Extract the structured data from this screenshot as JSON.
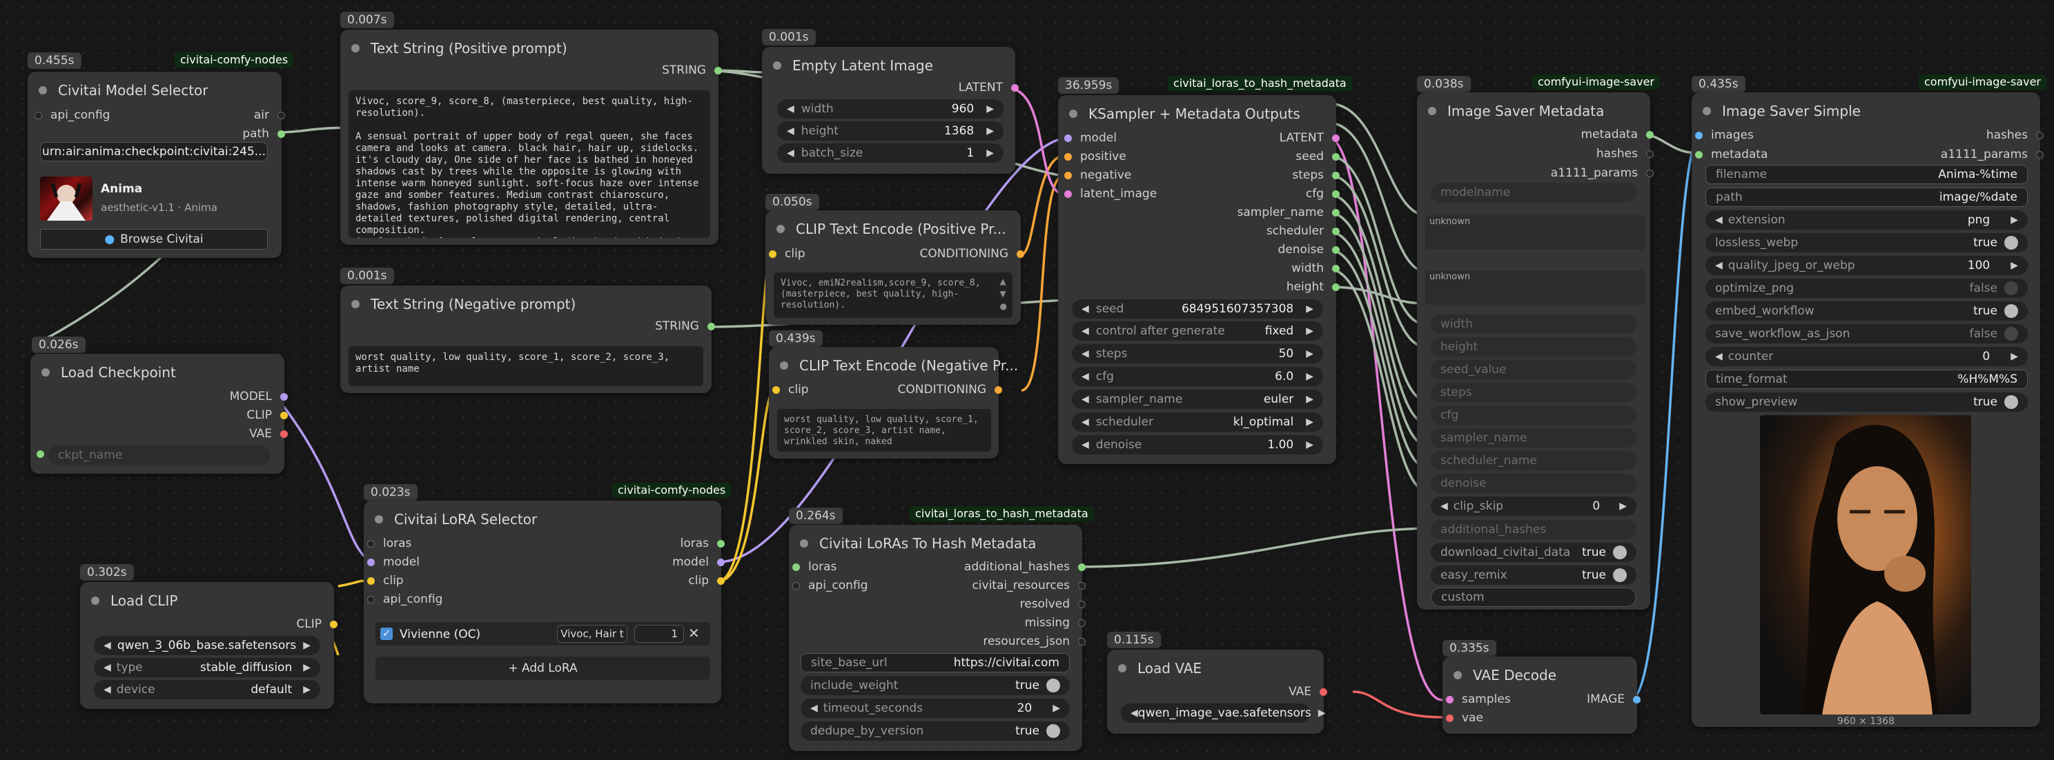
{
  "nodes": {
    "civitai_model": {
      "time": "0.455s",
      "tag": "civitai-comfy-nodes",
      "title": "Civitai Model Selector",
      "in_api": "api_config",
      "out_air": "air",
      "out_path": "path",
      "urn": "urn:air:anima:checkpoint:civitai:245...",
      "model_name": "Anima",
      "model_version": "aesthetic-v1.1 · Anima",
      "browse": "Browse Civitai"
    },
    "pos_prompt": {
      "time": "0.007s",
      "title": "Text String (Positive prompt)",
      "out": "STRING",
      "text": "Vivoc, score_9, score_8, (masterpiece, best quality, high-resolution).\n\nA sensual portrait of upper body of regal queen, she faces camera and looks at camera. black hair, hair up, sidelocks.\nit's cloudy day, One side of her face is bathed in honeyed shadows cast by trees while the opposite is glowing with intense warm honeyed sunlight. soft-focus haze over intense gaze and somber features. Medium contrast chiaroscuro, shadows, fashion photography style, detailed, ultra-detailed textures, polished digital rendering, central composition.\njewelry, body from cleavage up including head and hair in frame, a fist under her jaw supports her head,"
    },
    "neg_prompt": {
      "time": "0.001s",
      "title": "Text String (Negative prompt)",
      "out": "STRING",
      "text": "worst quality, low quality, score_1, score_2, score_3, artist name"
    },
    "latent": {
      "time": "0.001s",
      "title": "Empty Latent Image",
      "out": "LATENT",
      "width_l": "width",
      "width_v": "960",
      "height_l": "height",
      "height_v": "1368",
      "batch_l": "batch_size",
      "batch_v": "1"
    },
    "clip_pos": {
      "time": "0.050s",
      "title": "CLIP Text Encode (Positive Pr...",
      "in": "clip",
      "out": "CONDITIONING",
      "text": "Vivoc, emiN2realism,score_9, score_8, (masterpiece, best quality, high-resolution)."
    },
    "clip_neg": {
      "time": "0.439s",
      "title": "CLIP Text Encode (Negative Pr...",
      "in": "clip",
      "out": "CONDITIONING",
      "text": "worst quality, low quality, score_1, score_2, score_3, artist name, wrinkled skin, naked"
    },
    "ksampler": {
      "time": "36.959s",
      "tag": "civitai_loras_to_hash_metadata",
      "title": "KSampler + Metadata Outputs",
      "inputs": [
        "model",
        "positive",
        "negative",
        "latent_image"
      ],
      "outputs": [
        "LATENT",
        "seed",
        "steps",
        "cfg",
        "sampler_name",
        "scheduler",
        "denoise",
        "width",
        "height"
      ],
      "widgets": [
        {
          "l": "seed",
          "v": "684951607357308"
        },
        {
          "l": "control after generate",
          "v": "fixed"
        },
        {
          "l": "steps",
          "v": "50"
        },
        {
          "l": "cfg",
          "v": "6.0"
        },
        {
          "l": "sampler_name",
          "v": "euler"
        },
        {
          "l": "scheduler",
          "v": "kl_optimal"
        },
        {
          "l": "denoise",
          "v": "1.00"
        }
      ]
    },
    "saver_meta": {
      "time": "0.038s",
      "tag": "comfyui-image-saver",
      "title": "Image Saver Metadata",
      "outputs": [
        "metadata",
        "hashes",
        "a1111_params"
      ],
      "modelname": "modelname",
      "unknown1": "unknown",
      "unknown2": "unknown",
      "inputs": [
        "width",
        "height",
        "seed_value",
        "steps",
        "cfg",
        "sampler_name",
        "scheduler_name",
        "denoise"
      ],
      "clip_skip_l": "clip_skip",
      "clip_skip_v": "0",
      "add_hashes": "additional_hashes",
      "dl_l": "download_civitai_data",
      "dl_v": "true",
      "er_l": "easy_remix",
      "er_v": "true",
      "custom": "custom"
    },
    "saver_simple": {
      "time": "0.435s",
      "tag": "comfyui-image-saver",
      "title": "Image Saver Simple",
      "in_images": "images",
      "in_metadata": "metadata",
      "out_hashes": "hashes",
      "out_a1111": "a1111_params",
      "widgets": [
        {
          "l": "filename",
          "v": "Anima-%time"
        },
        {
          "l": "path",
          "v": "image/%date"
        },
        {
          "l": "extension",
          "v": "png"
        },
        {
          "l": "lossless_webp",
          "v": "true"
        },
        {
          "l": "quality_jpeg_or_webp",
          "v": "100"
        },
        {
          "l": "optimize_png",
          "v": "false"
        },
        {
          "l": "embed_workflow",
          "v": "true"
        },
        {
          "l": "save_workflow_as_json",
          "v": "false"
        },
        {
          "l": "counter",
          "v": "0"
        },
        {
          "l": "time_format",
          "v": "%H%M%S"
        },
        {
          "l": "show_preview",
          "v": "true"
        }
      ],
      "size": "960 × 1368"
    },
    "load_ckpt": {
      "time": "0.026s",
      "title": "Load Checkpoint",
      "outputs": [
        "MODEL",
        "CLIP",
        "VAE"
      ],
      "ckpt": "ckpt_name"
    },
    "lora_sel": {
      "time": "0.023s",
      "tag": "civitai-comfy-nodes",
      "title": "Civitai LoRA Selector",
      "inputs": [
        "loras",
        "model",
        "clip",
        "api_config"
      ],
      "outputs": [
        "loras",
        "model",
        "clip"
      ],
      "lora_name": "Vivienne (OC)",
      "lora_trig": "Vivoc, Hair t",
      "lora_w": "1",
      "add": "+ Add LoRA"
    },
    "load_clip": {
      "time": "0.302s",
      "title": "Load CLIP",
      "out": "CLIP",
      "name_v": "qwen_3_06b_base.safetensors",
      "type_l": "type",
      "type_v": "stable_diffusion",
      "device_l": "device",
      "device_v": "default"
    },
    "lora_hash": {
      "time": "0.264s",
      "tag": "civitai_loras_to_hash_metadata",
      "title": "Civitai LoRAs To Hash Metadata",
      "inputs": [
        "loras",
        "api_config"
      ],
      "outputs": [
        "additional_hashes",
        "civitai_resources",
        "resolved",
        "missing",
        "resources_json"
      ],
      "widgets": [
        {
          "l": "site_base_url",
          "v": "https://civitai.com"
        },
        {
          "l": "include_weight",
          "v": "true"
        },
        {
          "l": "timeout_seconds",
          "v": "20"
        },
        {
          "l": "dedupe_by_version",
          "v": "true"
        }
      ]
    },
    "load_vae": {
      "time": "0.115s",
      "title": "Load VAE",
      "out": "VAE",
      "name_v": "qwen_image_vae.safetensors"
    },
    "vae_decode": {
      "time": "0.335s",
      "title": "VAE Decode",
      "inputs": [
        "samples",
        "vae"
      ],
      "out": "IMAGE"
    }
  },
  "colors": {
    "model": "#b49bf0",
    "clip": "#f4c72e",
    "vae": "#f06363",
    "cond": "#f5a637",
    "latent": "#e57fd9",
    "image": "#64b5f6",
    "misc": "#a8b8a8"
  }
}
